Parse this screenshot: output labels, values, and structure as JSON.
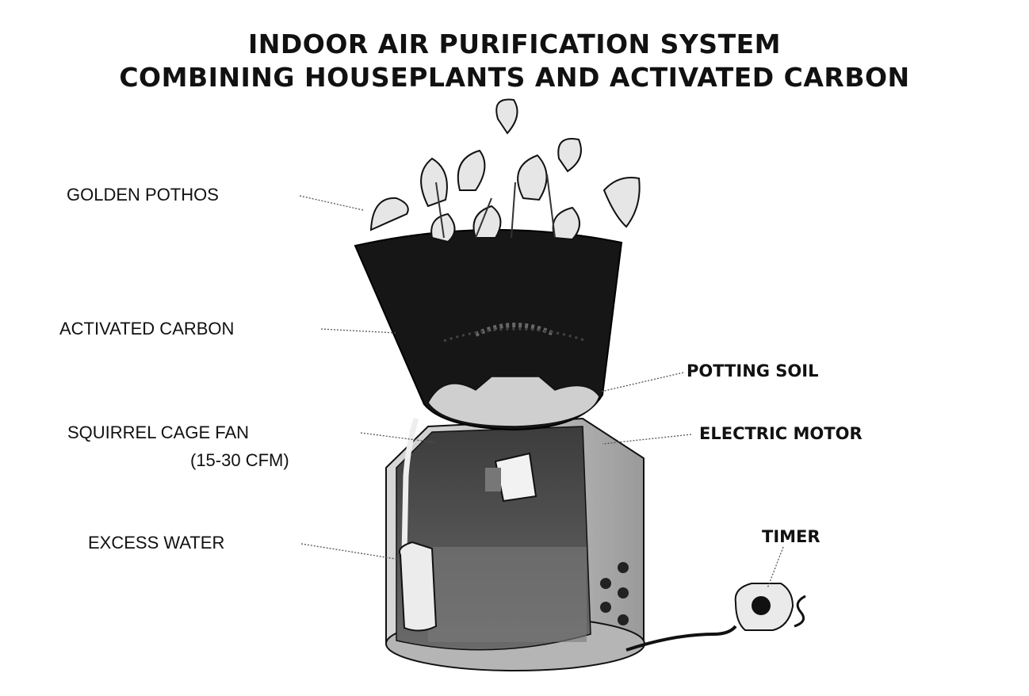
{
  "title": {
    "line1": "INDOOR AIR PURIFICATION SYSTEM",
    "line2": "COMBINING HOUSEPLANTS AND ACTIVATED CARBON"
  },
  "labels": {
    "golden_pothos": "GOLDEN POTHOS",
    "activated_carbon": "ACTIVATED CARBON",
    "potting_soil": "POTTING SOIL",
    "squirrel_cage_fan": "SQUIRREL CAGE FAN",
    "fan_rating": "(15-30 CFM)",
    "electric_motor": "ELECTRIC MOTOR",
    "timer": "TIMER",
    "excess_water": "EXCESS WATER"
  },
  "colors": {
    "ink": "#111111",
    "pot": "#161616",
    "housing": "#cfcfcf",
    "housing_shadow": "#8e8e8e",
    "leaf": "#e6e6e6"
  }
}
